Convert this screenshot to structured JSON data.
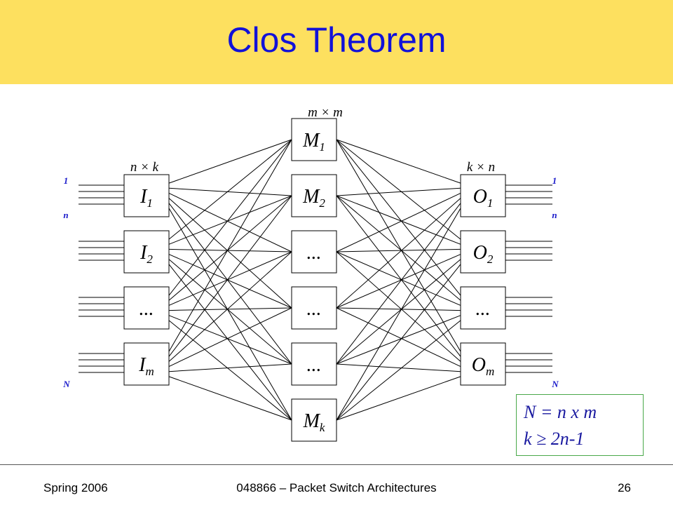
{
  "title": "Clos Theorem",
  "middle_dims": "m × m",
  "input_dims": "n × k",
  "output_dims": "k × n",
  "input_ports": {
    "first": "1",
    "nth": "n",
    "last": "N"
  },
  "output_ports": {
    "first": "1",
    "nth": "n",
    "last": "N"
  },
  "input_stage": [
    {
      "base": "I",
      "sub": "1"
    },
    {
      "base": "I",
      "sub": "2"
    },
    {
      "base": "...",
      "sub": ""
    },
    {
      "base": "I",
      "sub": "m"
    }
  ],
  "middle_stage": [
    {
      "base": "M",
      "sub": "1"
    },
    {
      "base": "M",
      "sub": "2"
    },
    {
      "base": "...",
      "sub": ""
    },
    {
      "base": "...",
      "sub": ""
    },
    {
      "base": "...",
      "sub": ""
    },
    {
      "base": "M",
      "sub": "k"
    }
  ],
  "output_stage": [
    {
      "base": "O",
      "sub": "1"
    },
    {
      "base": "O",
      "sub": "2"
    },
    {
      "base": "...",
      "sub": ""
    },
    {
      "base": "O",
      "sub": "m"
    }
  ],
  "formula": {
    "line1": "N = n x m",
    "line2": "k ≥ 2n-1"
  },
  "footer": {
    "left": "Spring 2006",
    "center": "048866 – Packet Switch Architectures",
    "right": "26"
  },
  "colors": {
    "header_bg": "#fde05f",
    "title": "#1212d8",
    "port_labels": "#1a1acb",
    "formula_text": "#1a1aa0",
    "formula_border": "#4aa84a"
  }
}
